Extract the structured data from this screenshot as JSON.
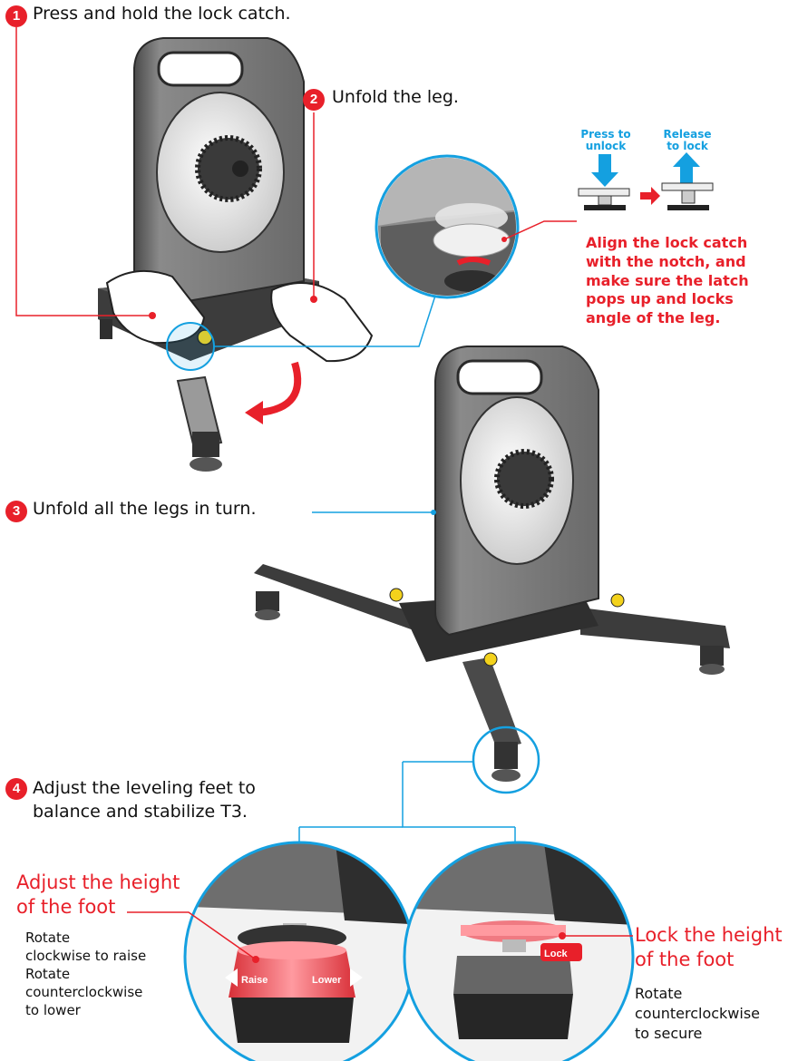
{
  "steps": [
    {
      "number": "1",
      "text": "Press and hold the lock catch."
    },
    {
      "number": "2",
      "text": "Unfold the leg."
    },
    {
      "number": "3",
      "text": "Unfold all the legs in turn."
    },
    {
      "number": "4",
      "text": "Adjust the leveling feet to\nbalance and stabilize T3."
    }
  ],
  "lock_detail": {
    "press_label": "Press to\nunlock",
    "release_label": "Release\nto lock",
    "align_note": "Align the lock catch\nwith the notch, and\nmake sure the latch\npops up and locks\nangle of the leg."
  },
  "foot_adjust": {
    "title": "Adjust the height\nof the foot",
    "rotate1": "Rotate",
    "clockwise": "clockwise to raise",
    "rotate2": "Rotate",
    "counterclockwise": "counterclockwise\nto lower",
    "raise_label": "Raise",
    "lower_label": "Lower"
  },
  "foot_lock": {
    "title": "Lock the height\nof the foot",
    "rotate": "Rotate",
    "counterclockwise": "counterclockwise",
    "secure": "to secure",
    "lock_label": "Lock"
  },
  "colors": {
    "accent_red": "#e8202a",
    "accent_blue": "#14a0e0",
    "body_gray": "#6e6e6e"
  }
}
